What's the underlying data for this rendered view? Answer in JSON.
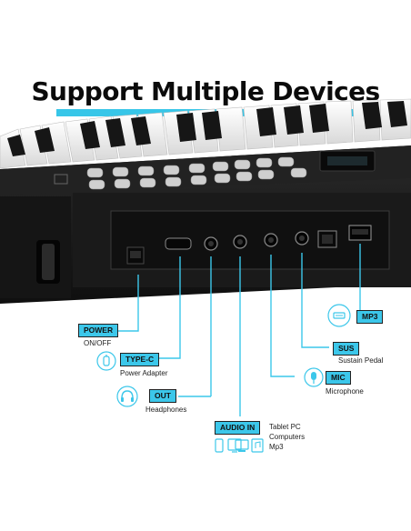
{
  "heading": {
    "title": "Support Multiple Devices"
  },
  "ports": {
    "power": {
      "tag": "POWER",
      "desc": "ON/OFF"
    },
    "typec": {
      "tag": "TYPE-C",
      "desc": "Power Adapter"
    },
    "out": {
      "tag": "OUT",
      "desc": "Headphones"
    },
    "audioin": {
      "tag": "AUDIO IN",
      "desc_lines": [
        "Tablet PC",
        "Computers",
        "Mp3"
      ]
    },
    "mic": {
      "tag": "MIC",
      "desc": "Microphone"
    },
    "sus": {
      "tag": "SUS",
      "desc": "Sustain Pedal"
    },
    "mp3": {
      "tag": "MP3"
    }
  },
  "colors": {
    "accent": "#3cc7ea",
    "panel": "#1b1b1b",
    "keys": "#f2f2f2"
  },
  "icons": [
    "usb-type-c-icon",
    "headphones-icon",
    "microphone-icon",
    "usb-drive-icon",
    "phone-icon",
    "tablet-icon",
    "computer-icon",
    "music-file-icon"
  ]
}
